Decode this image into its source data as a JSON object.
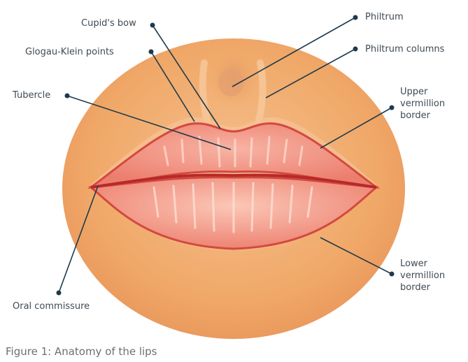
{
  "labels": {
    "cupids_bow": "Cupid's bow",
    "glogau_klein": "Glogau-Klein points",
    "tubercle": "Tubercle",
    "oral_commissure": "Oral commissure",
    "philtrum": "Philtrum",
    "philtrum_columns": "Philtrum columns",
    "upper_vermillion": "Upper vermillion border",
    "lower_vermillion": "Lower vermillion border"
  },
  "caption": "Figure 1: Anatomy of the lips",
  "colors": {
    "skin": "#f0a868",
    "lip": "#f08c7c",
    "lip_outline": "#d24a3e",
    "leader": "#1e3a4c"
  }
}
